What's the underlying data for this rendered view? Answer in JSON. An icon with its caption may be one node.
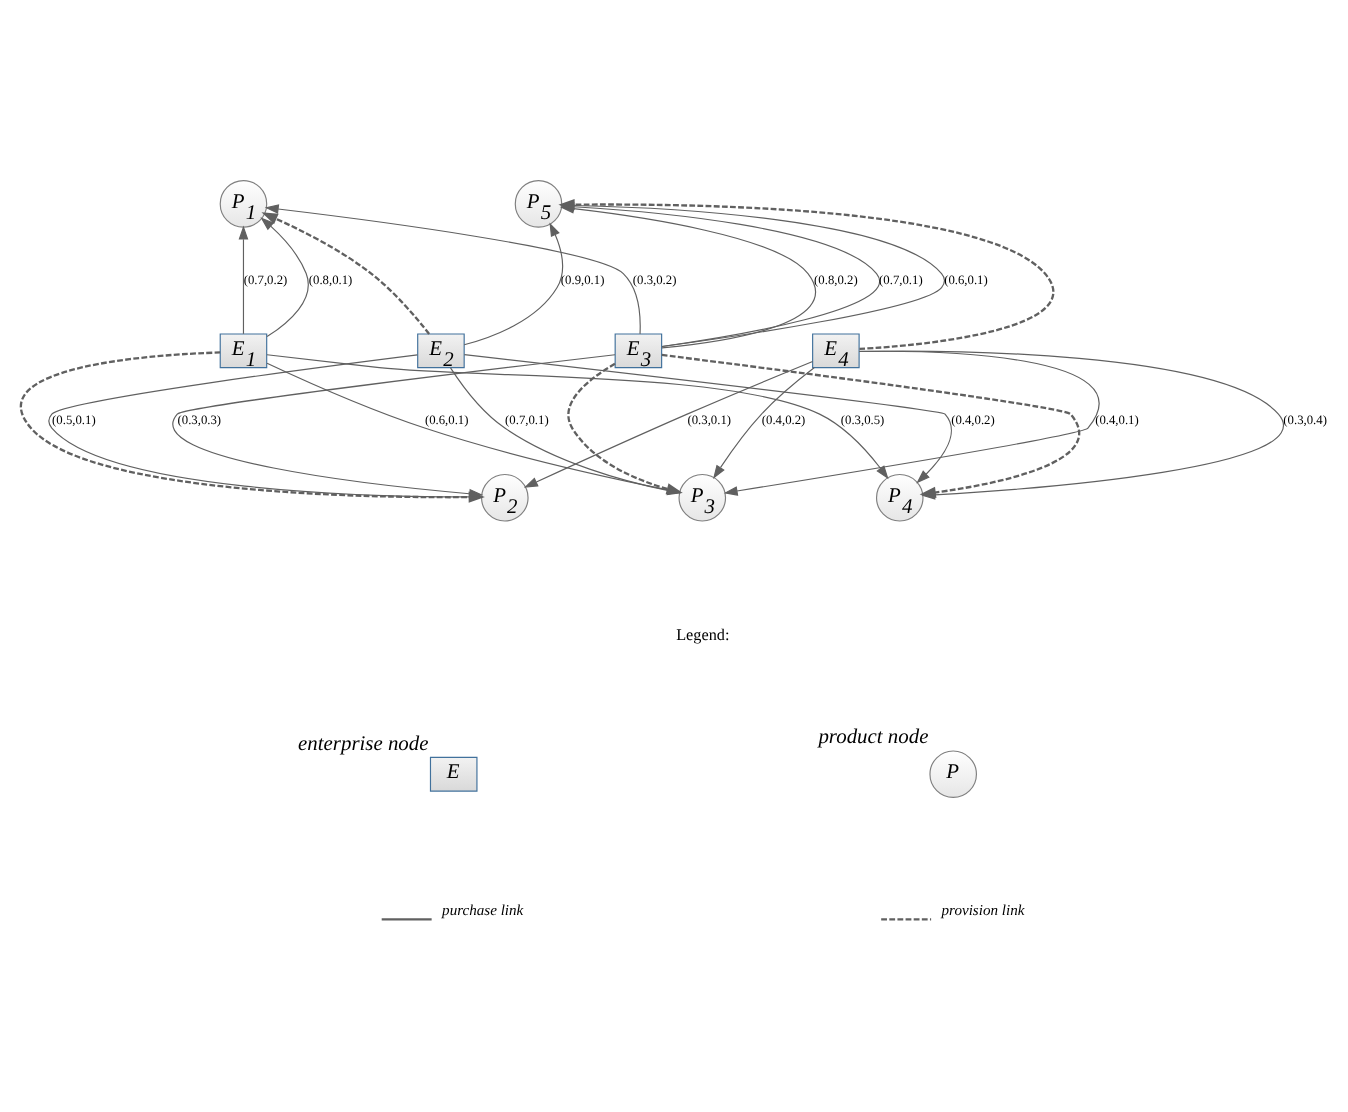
{
  "diagram": {
    "nodes": [
      {
        "text": [
          "P$_{1}$"
        ]
      },
      {
        "text": [
          "P$_{5}$"
        ]
      },
      {
        "text": [
          "E$_{1}$"
        ]
      },
      {
        "text": [
          "E$_{2}$"
        ]
      },
      {
        "text": [
          "E$_{3}$"
        ]
      },
      {
        "text": [
          "E$_{4}$"
        ]
      },
      {
        "text": [
          "P$_{2}$"
        ]
      },
      {
        "text": [
          "P$_{3}$"
        ]
      },
      {
        "text": [
          "P$_{4}$"
        ]
      },
      {
        "text": [
          "E"
        ],
        "beside": [
          "enterprise node"
        ]
      },
      {
        "text": [
          "P"
        ],
        "beside": [
          "product node"
        ]
      }
    ],
    "edges": [
      {
        "from": 2,
        "to": 0,
        "arrow": "to",
        "label": "(0.7,0.2)"
      },
      {
        "from": 2,
        "to": 0,
        "arrow": "to",
        "label": "(0.8,0.1)"
      },
      {
        "from": 2,
        "to": 6,
        "arrow": "to",
        "style": "dashed"
      },
      {
        "from": 2,
        "to": 7,
        "arrow": "to",
        "label": "(0.6,0.1)"
      },
      {
        "from": 2,
        "to": 8,
        "arrow": "to",
        "label": "(0.3,0.5)"
      },
      {
        "from": 3,
        "to": 0,
        "arrow": "to",
        "style": "dashed"
      },
      {
        "from": 3,
        "to": 1,
        "arrow": "to",
        "label": "(0.9,0.1)"
      },
      {
        "from": 3,
        "to": 6,
        "arrow": "to",
        "label": "(0.5,0.1)"
      },
      {
        "from": 3,
        "to": 7,
        "arrow": "to",
        "label": "(0.7,0.1)"
      },
      {
        "from": 3,
        "to": 8,
        "arrow": "to",
        "label": "(0.4,0.2)"
      },
      {
        "from": 4,
        "to": 0,
        "arrow": "to",
        "label": "(0.3,0.2)"
      },
      {
        "from": 4,
        "to": 1,
        "arrow": "to",
        "label": "(0.8,0.2)"
      },
      {
        "from": 4,
        "to": 1,
        "arrow": "to",
        "label": "(0.7,0.1)"
      },
      {
        "from": 4,
        "to": 1,
        "arrow": "to",
        "label": "(0.6,0.1)"
      },
      {
        "from": 4,
        "to": 6,
        "arrow": "to",
        "label": "(0.3,0.3)"
      },
      {
        "from": 4,
        "to": 7,
        "arrow": "to",
        "style": "dashed"
      },
      {
        "from": 4,
        "to": 8,
        "arrow": "to",
        "style": "dashed"
      },
      {
        "from": 5,
        "to": 1,
        "arrow": "to",
        "style": "dashed"
      },
      {
        "from": 5,
        "to": 6,
        "arrow": "to",
        "label": "(0.3,0.1)"
      },
      {
        "from": 5,
        "to": 7,
        "arrow": "to",
        "label": "(0.4,0.2)"
      },
      {
        "from": 5,
        "to": 7,
        "arrow": "to",
        "label": "(0.4,0.1)"
      },
      {
        "from": 5,
        "to": 8,
        "arrow": "to",
        "label": "(0.3,0.4)"
      }
    ],
    "labels": [
      "Legend:"
    ],
    "legend": [
      {
        "text": "purchase link"
      },
      {
        "text": "provision link"
      }
    ]
  }
}
